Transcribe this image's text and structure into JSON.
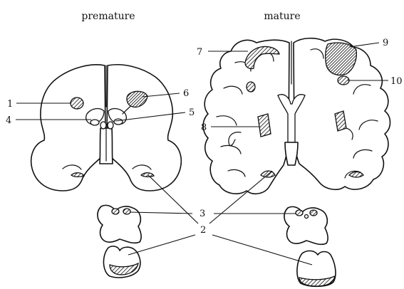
{
  "panels": {
    "left_title": "premature",
    "right_title": "mature"
  },
  "labels": {
    "n1": "1",
    "n2": "2",
    "n3": "3",
    "n4": "4",
    "n5": "5",
    "n6": "6",
    "n7": "7",
    "n8": "8",
    "n9": "9",
    "n10": "10"
  }
}
